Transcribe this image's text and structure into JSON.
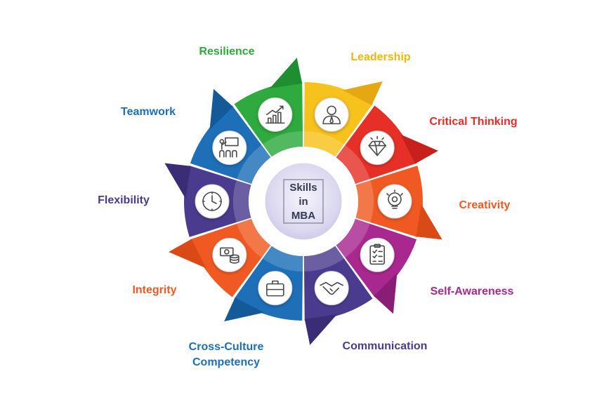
{
  "center": {
    "lines": [
      "Skills",
      "in",
      "MBA"
    ]
  },
  "skills": [
    {
      "name": "Leadership",
      "lines": [
        "Leadership"
      ],
      "color": "#f7c21b",
      "dark": "#e6a812",
      "icon": "leader-icon"
    },
    {
      "name": "Critical Thinking",
      "lines": [
        "Critical Thinking"
      ],
      "color": "#e63027",
      "dark": "#c8201c",
      "icon": "diamond-icon"
    },
    {
      "name": "Creativity",
      "lines": [
        "Creativity"
      ],
      "color": "#f05a22",
      "dark": "#d94a16",
      "icon": "lightbulb-gear-icon"
    },
    {
      "name": "Self-Awareness",
      "lines": [
        "Self-Awareness"
      ],
      "color": "#a8288f",
      "dark": "#8a1d76",
      "icon": "clipboard-checklist-icon"
    },
    {
      "name": "Communication",
      "lines": [
        "Communication"
      ],
      "color": "#4b3b8f",
      "dark": "#3a2c75",
      "icon": "handshake-icon"
    },
    {
      "name": "Cross-Culture Competency",
      "lines": [
        "Cross-Culture",
        "Competency"
      ],
      "color": "#1d6fb8",
      "dark": "#145a98",
      "icon": "briefcase-icon"
    },
    {
      "name": "Integrity",
      "lines": [
        "Integrity"
      ],
      "color": "#f05a22",
      "dark": "#d94a16",
      "icon": "money-icon"
    },
    {
      "name": "Flexibility",
      "lines": [
        "Flexibility"
      ],
      "color": "#4b3b8f",
      "dark": "#3a2c75",
      "icon": "clock-icon"
    },
    {
      "name": "Teamwork",
      "lines": [
        "Teamwork"
      ],
      "color": "#1d6fb8",
      "dark": "#145a98",
      "icon": "presentation-icon"
    },
    {
      "name": "Resilience",
      "lines": [
        "Resilience"
      ],
      "color": "#2eaa3e",
      "dark": "#1f8e30",
      "icon": "growth-chart-icon"
    }
  ],
  "label_colors": {
    "Leadership": "#f2b705",
    "Critical Thinking": "#e52d27",
    "Creativity": "#f05a22",
    "Self-Awareness": "#a8288f",
    "Communication": "#4b3b8f",
    "Cross-Culture Competency": "#1d6fb8",
    "Integrity": "#f05a22",
    "Flexibility": "#4b3b8f",
    "Teamwork": "#1d6fb8",
    "Resilience": "#2eaa3e"
  }
}
